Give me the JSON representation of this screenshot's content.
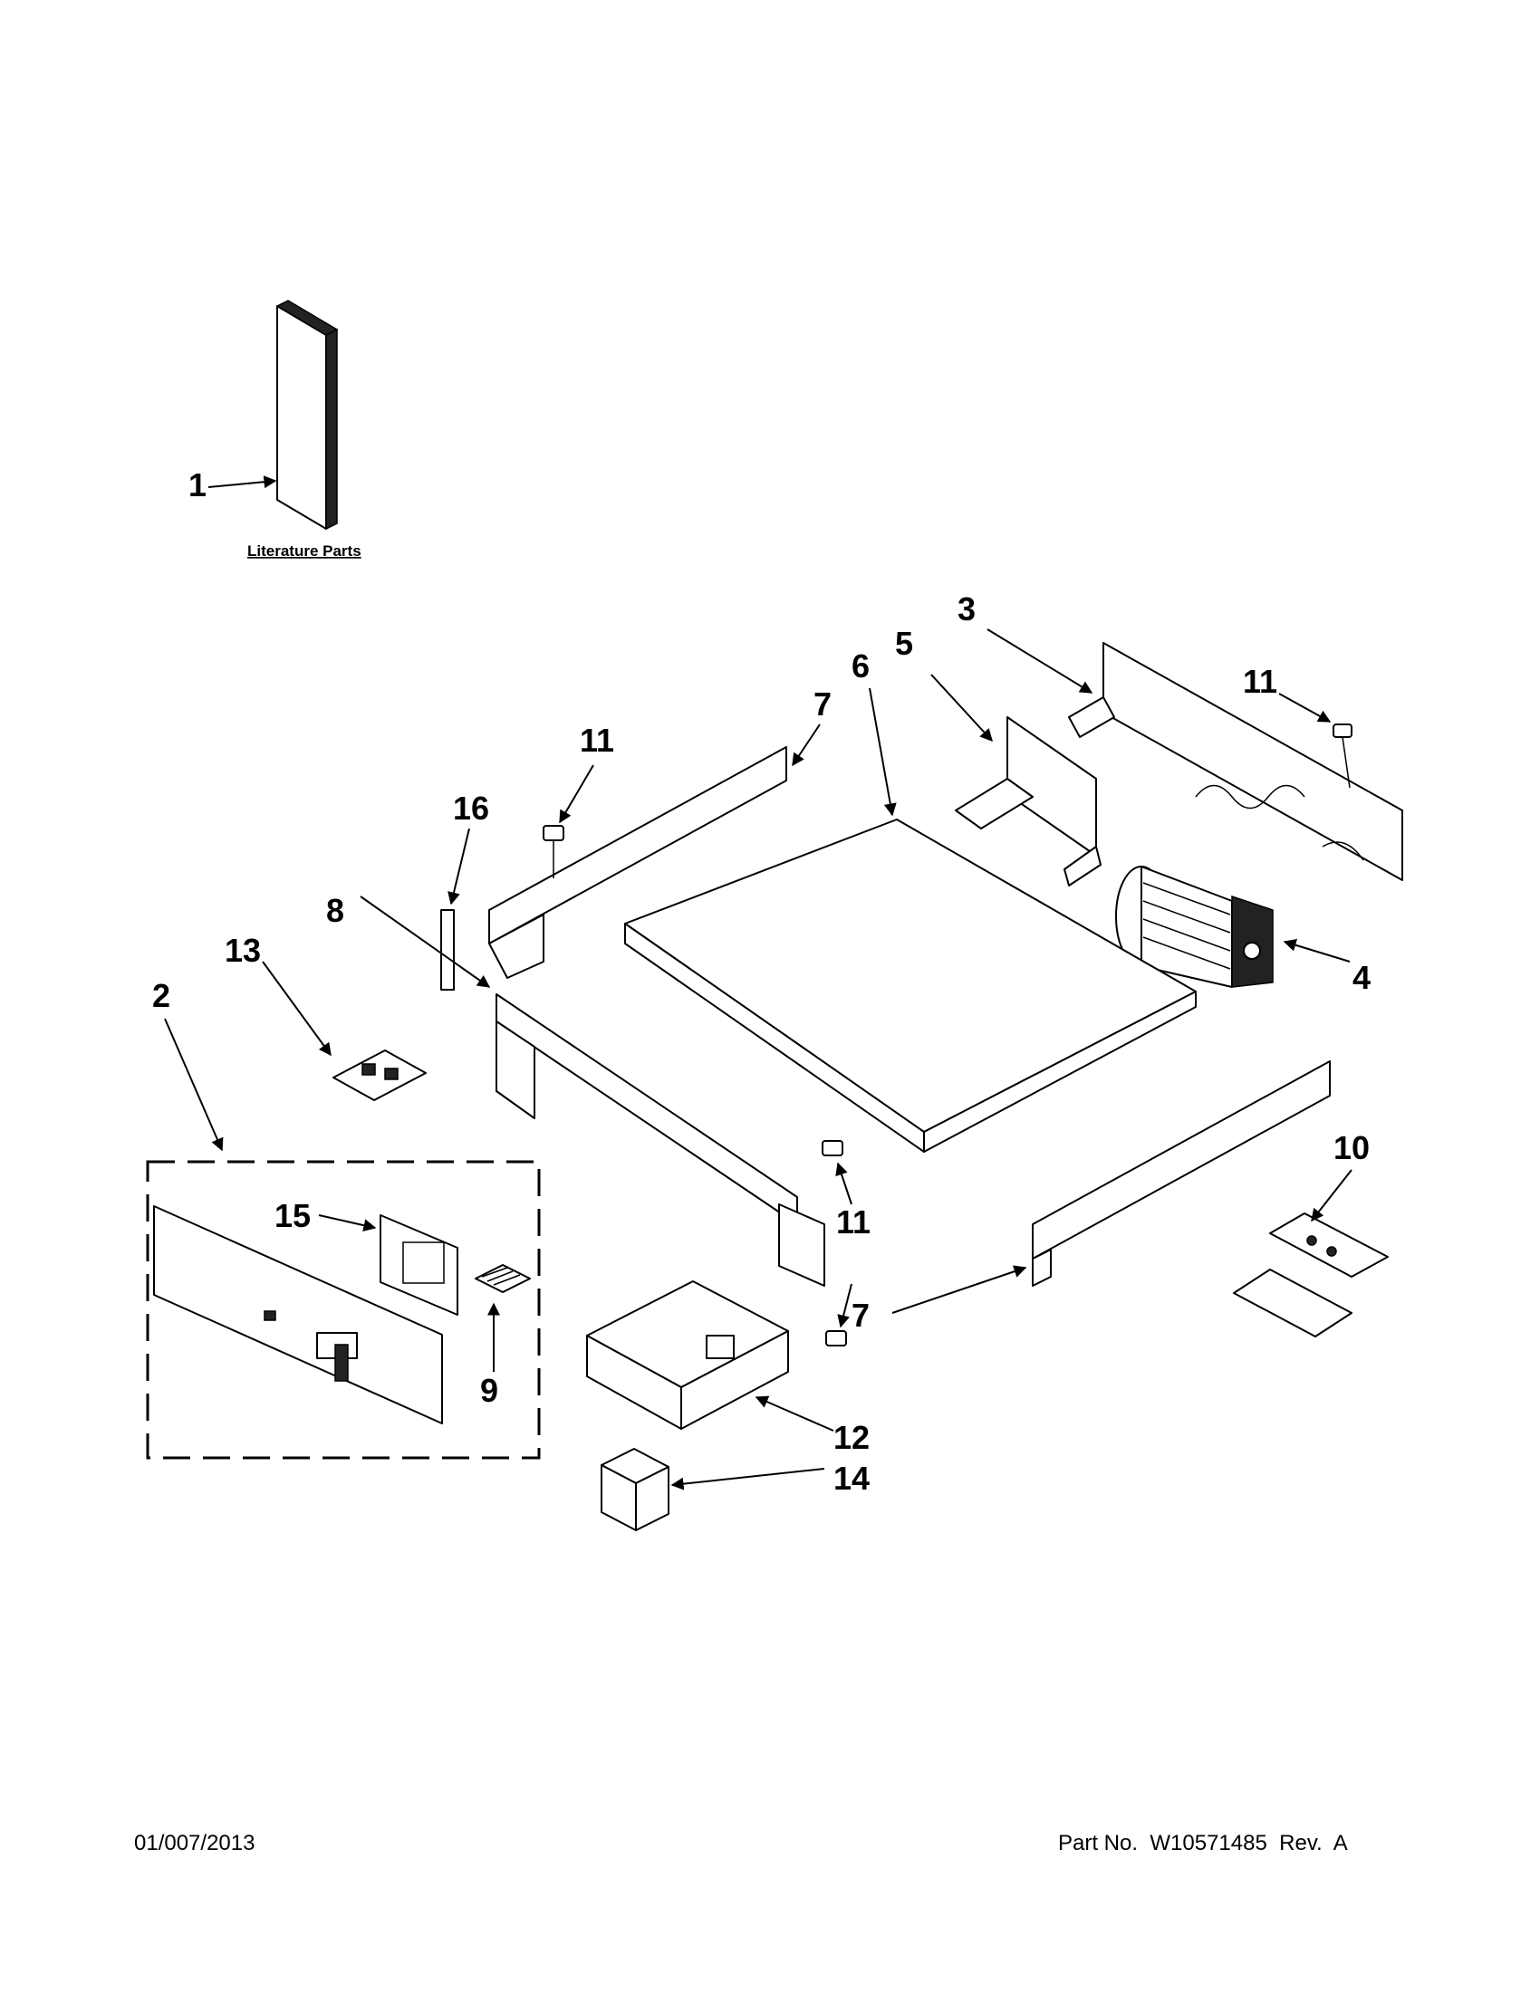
{
  "literature_label": "Literature Parts",
  "callouts": {
    "c1": "1",
    "c2": "2",
    "c3": "3",
    "c4": "4",
    "c5": "5",
    "c6": "6",
    "c7a": "7",
    "c7b": "7",
    "c8": "8",
    "c9": "9",
    "c10": "10",
    "c11a": "11",
    "c11b": "11",
    "c11c": "11",
    "c12": "12",
    "c13": "13",
    "c14": "14",
    "c15": "15",
    "c16": "16"
  },
  "footer": {
    "date": "01/007/2013",
    "part_no": "Part No.  W10571485  Rev.  A"
  }
}
